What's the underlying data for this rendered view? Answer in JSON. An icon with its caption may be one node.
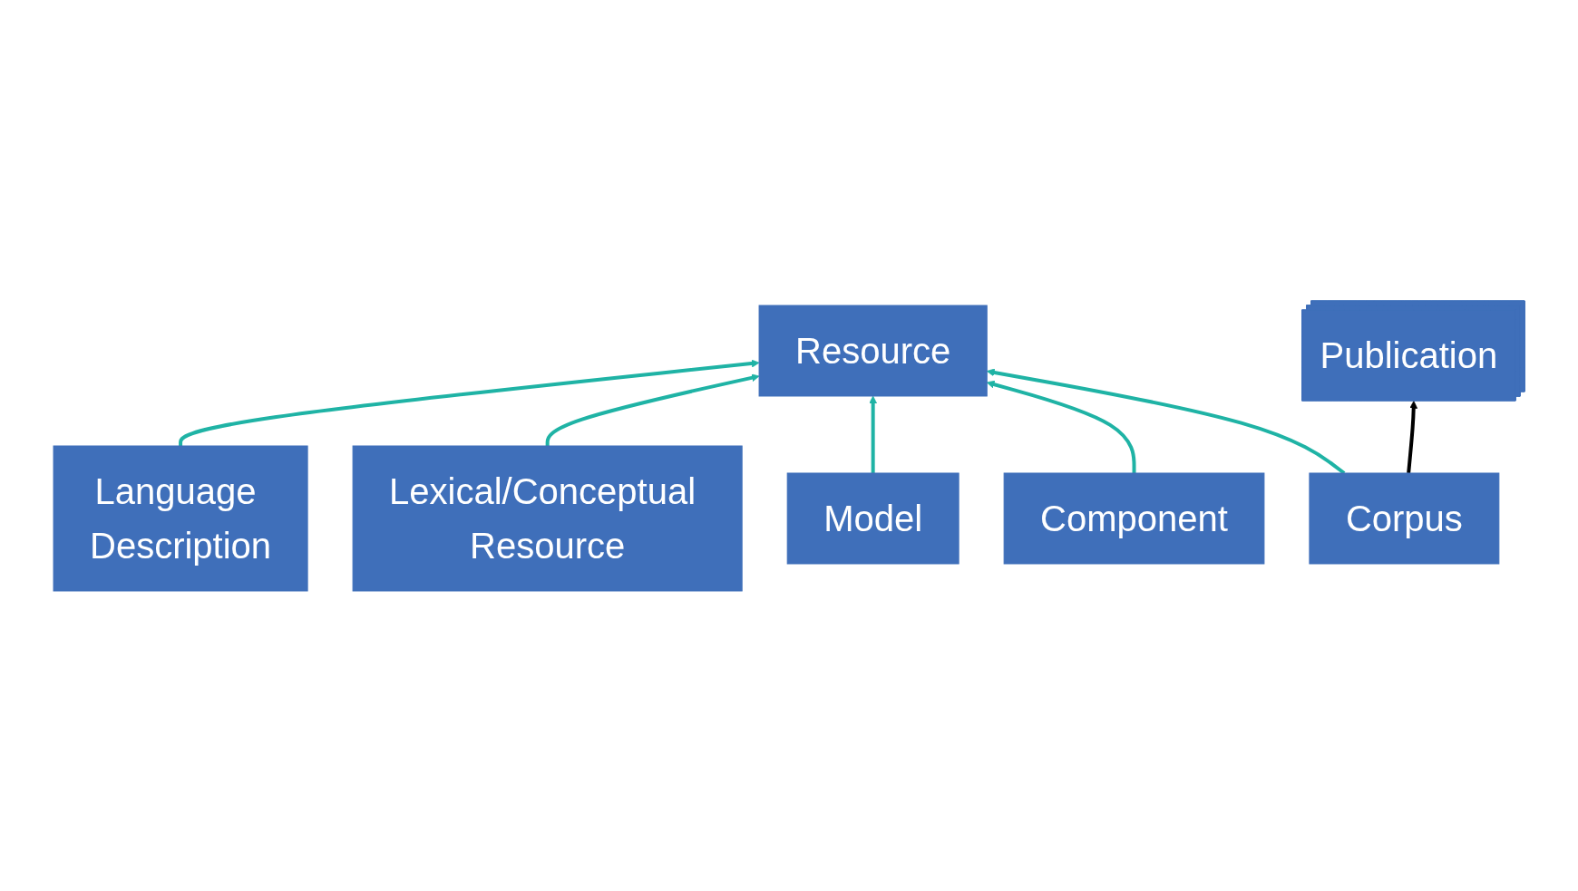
{
  "diagram": {
    "nodes": [
      {
        "text": [
          "Resource"
        ]
      },
      {
        "text": [
          "Corpus"
        ]
      },
      {
        "text": [
          "Component"
        ]
      },
      {
        "text": [
          "Model"
        ]
      },
      {
        "text": [
          "Lexical/Conceptual Resource"
        ]
      },
      {
        "text": [
          "Language Description"
        ]
      },
      {
        "text": [
          "Publication"
        ]
      }
    ],
    "edges": [
      {
        "from": 1,
        "to": 0,
        "arrow": "to",
        "color": "#1fb3a5"
      },
      {
        "from": 2,
        "to": 0,
        "arrow": "to",
        "color": "#1fb3a5"
      },
      {
        "from": 3,
        "to": 0,
        "arrow": "to",
        "color": "#1fb3a5"
      },
      {
        "from": 4,
        "to": 0,
        "arrow": "to",
        "color": "#1fb3a5"
      },
      {
        "from": 5,
        "to": 0,
        "arrow": "to",
        "color": "#1fb3a5"
      },
      {
        "from": 1,
        "to": 6,
        "arrow": "to",
        "color": "#000000"
      }
    ]
  }
}
